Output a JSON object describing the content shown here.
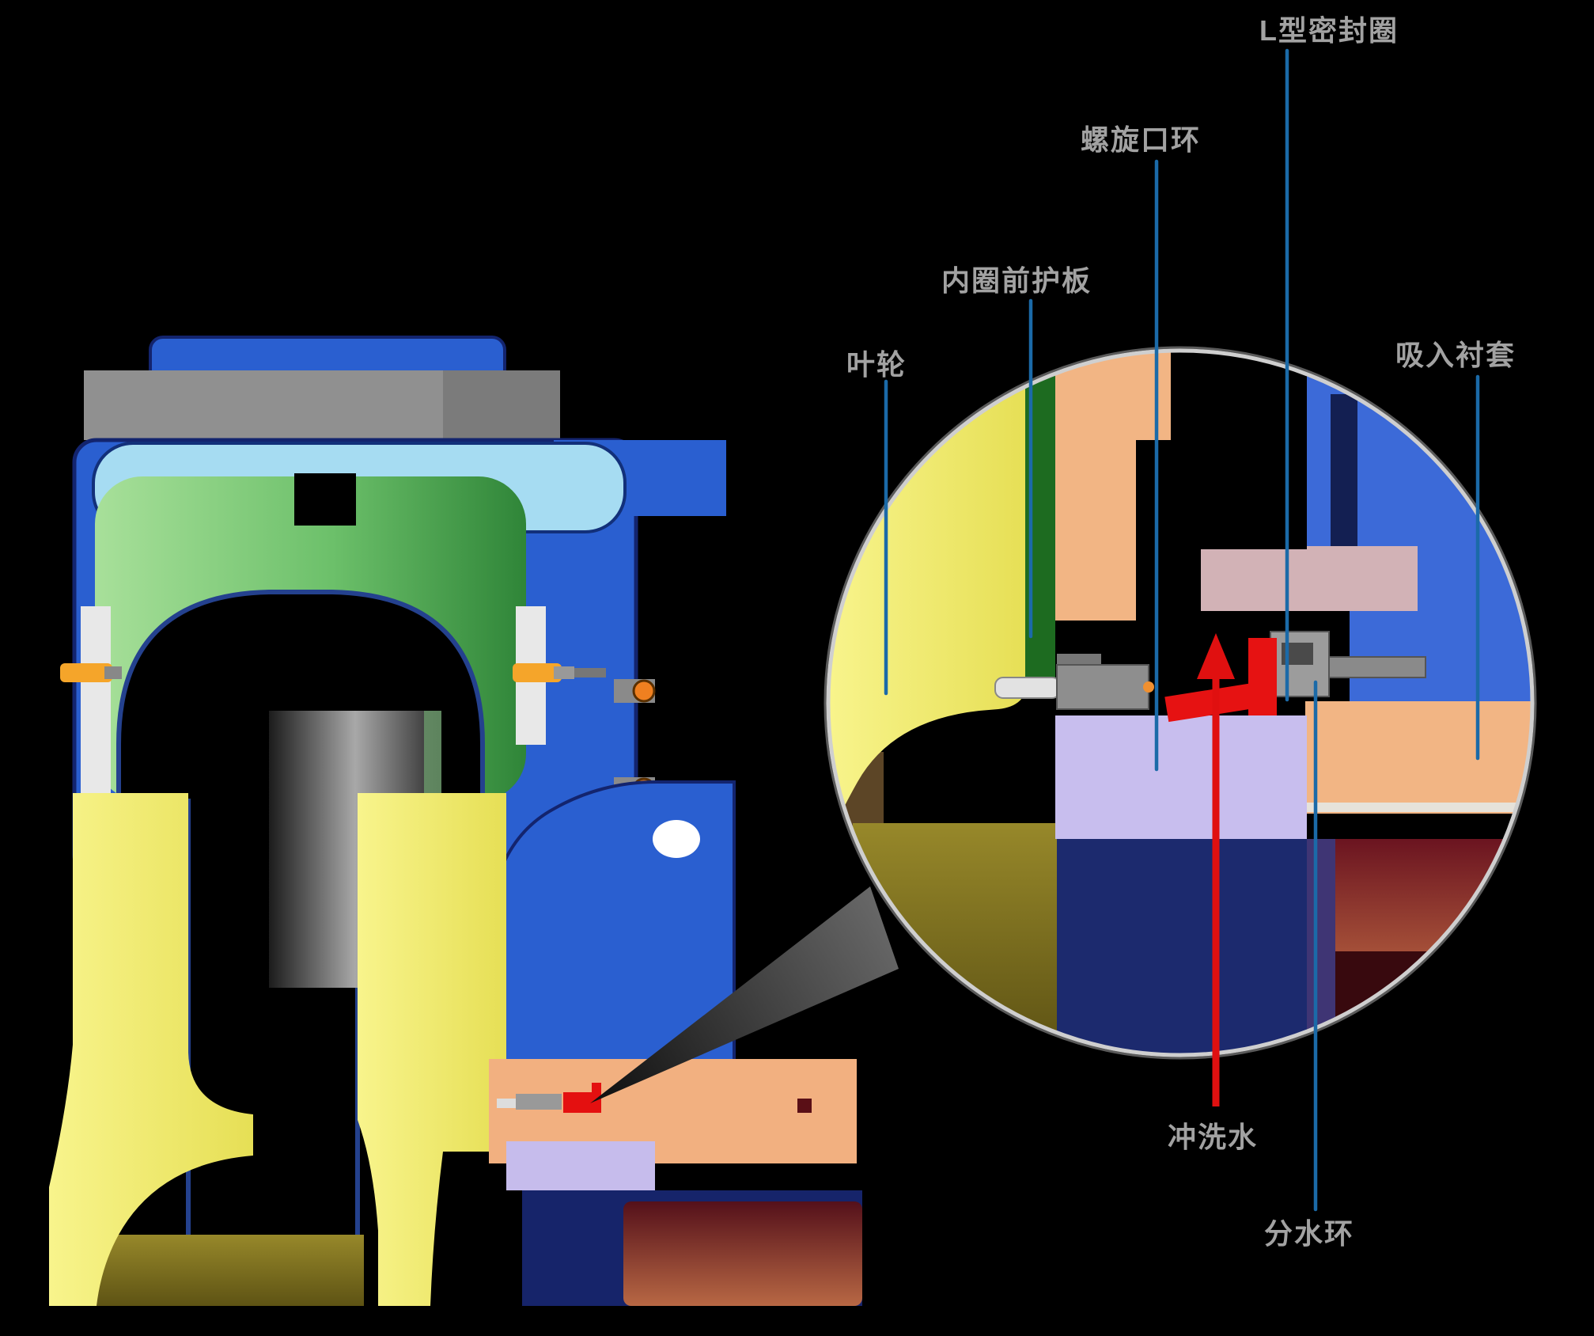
{
  "figure": {
    "type": "centrifugal pump cross-section with magnified shaft-seal detail",
    "labels": {
      "l_seal": "L型密封圈",
      "spiral_ring": "螺旋口环",
      "inner_guard": "内圈前护板",
      "impeller": "叶轮",
      "suction_liner": "吸入衬套",
      "flush_water": "冲洗水",
      "water_ring": "分水环"
    }
  },
  "colors": {
    "background": "#000000",
    "leader_line": "#1b6aa8",
    "arrow_red": "#e01010",
    "label_text": "#a2a2a2",
    "casing_blue": "#2a5fd0",
    "impeller_yellow": "#f2ec6e",
    "volute_green": "#4f9f4f",
    "guard_peach": "#f2b584",
    "spiral_lavender": "#c8beee",
    "shaft_maroon": "#6b1420",
    "sleeve_navy": "#1c2a6e",
    "seal_red": "#e61212"
  }
}
